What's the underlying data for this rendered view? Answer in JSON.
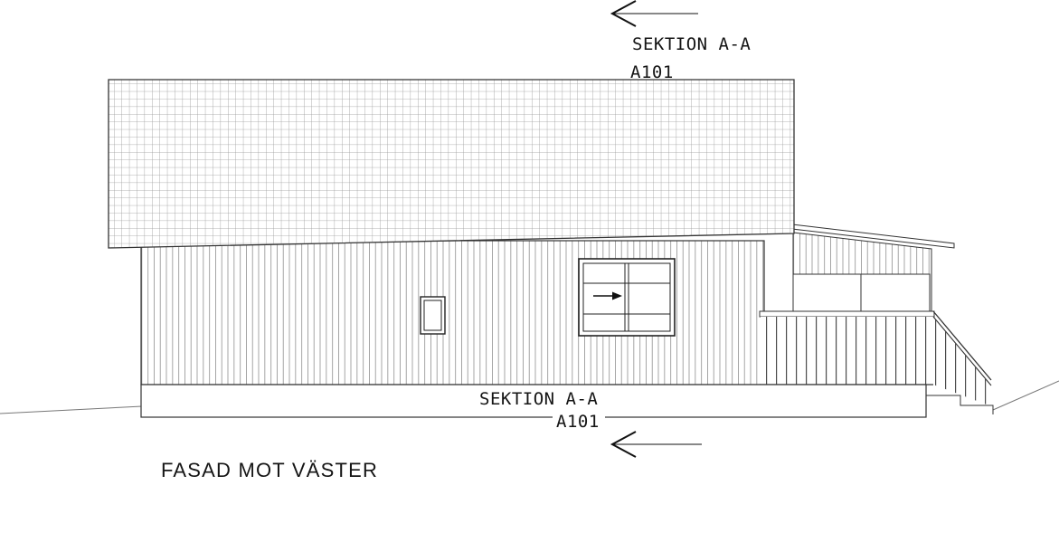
{
  "drawing": {
    "title": "FASAD MOT VÄSTER",
    "markers": {
      "top": {
        "label": "SEKTION A-A",
        "sheet": "A101"
      },
      "bottom": {
        "label": "SEKTION A-A",
        "sheet": "A101"
      }
    }
  },
  "colors": {
    "background": "#ffffff",
    "line": "#333333",
    "hatch_light": "#9b9b9b",
    "text": "#151515"
  }
}
